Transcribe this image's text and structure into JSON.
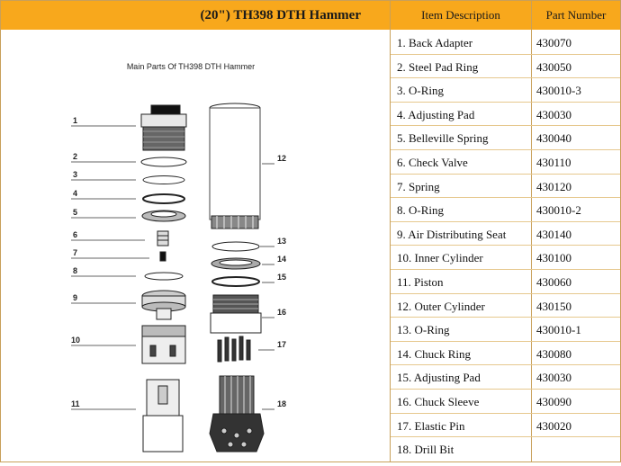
{
  "header": {
    "title": "(20\") TH398 DTH Hammer",
    "col_description": "Item Description",
    "col_part": "Part Number"
  },
  "diagram": {
    "caption": "Main Parts Of TH398 DTH Hammer",
    "left_callouts": [
      "1",
      "2",
      "3",
      "4",
      "5",
      "6",
      "7",
      "8",
      "9",
      "10",
      "11"
    ],
    "right_callouts": [
      "12",
      "13",
      "14",
      "15",
      "16",
      "17",
      "18"
    ]
  },
  "items": [
    {
      "description": "1. Back Adapter",
      "part": "430070"
    },
    {
      "description": "2. Steel Pad Ring",
      "part": "430050"
    },
    {
      "description": "3. O-Ring",
      "part": "430010-3"
    },
    {
      "description": "4. Adjusting Pad",
      "part": "430030"
    },
    {
      "description": "5. Belleville Spring",
      "part": "430040"
    },
    {
      "description": "6. Check Valve",
      "part": "430110"
    },
    {
      "description": "7. Spring",
      "part": "430120"
    },
    {
      "description": "8. O-Ring",
      "part": "430010-2"
    },
    {
      "description": "9. Air Distributing Seat",
      "part": "430140"
    },
    {
      "description": "10. Inner Cylinder",
      "part": "430100"
    },
    {
      "description": "11. Piston",
      "part": "430060"
    },
    {
      "description": "12. Outer Cylinder",
      "part": "430150"
    },
    {
      "description": "13. O-Ring",
      "part": "430010-1"
    },
    {
      "description": "14. Chuck Ring",
      "part": "430080"
    },
    {
      "description": "15. Adjusting Pad",
      "part": "430030"
    },
    {
      "description": "16. Chuck Sleeve",
      "part": "430090"
    },
    {
      "description": "17. Elastic Pin",
      "part": "430020"
    },
    {
      "description": "18. Drill Bit",
      "part": ""
    }
  ]
}
